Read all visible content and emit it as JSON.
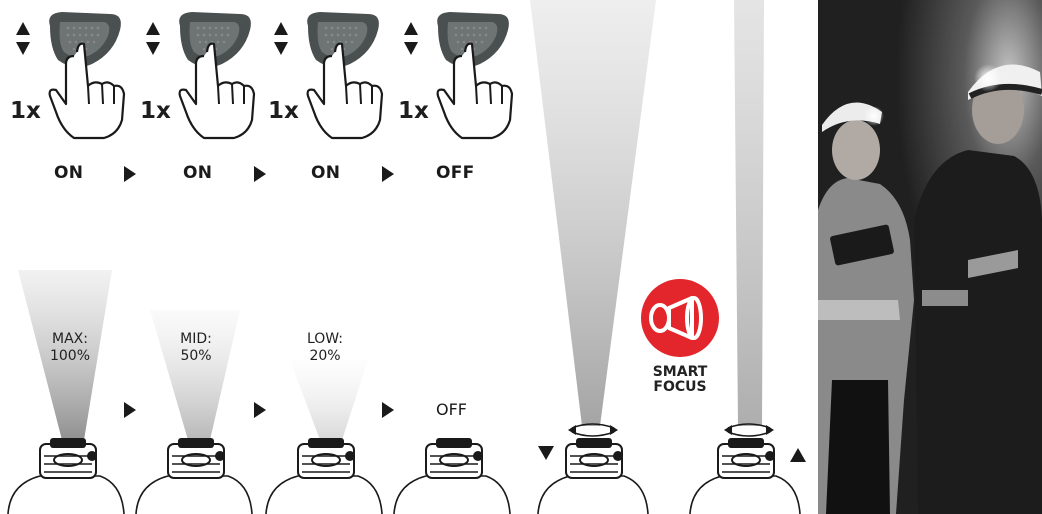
{
  "sequence_1": {
    "press_count_label": "1x",
    "states": [
      "ON",
      "ON",
      "ON",
      "OFF"
    ]
  },
  "sequence_2": {
    "levels": [
      {
        "label": "MAX:",
        "value": "100%",
        "intensity": 1.0
      },
      {
        "label": "MID:",
        "value": "50%",
        "intensity": 0.5
      },
      {
        "label": "LOW:",
        "value": "20%",
        "intensity": 0.2
      }
    ],
    "off_label": "OFF"
  },
  "smart_focus": {
    "line1": "SMART",
    "line2": "FOCUS"
  },
  "colors": {
    "accent_red": "#e3262b",
    "dark": "#1a1a1a",
    "button_gray": "#4a4f4f"
  }
}
